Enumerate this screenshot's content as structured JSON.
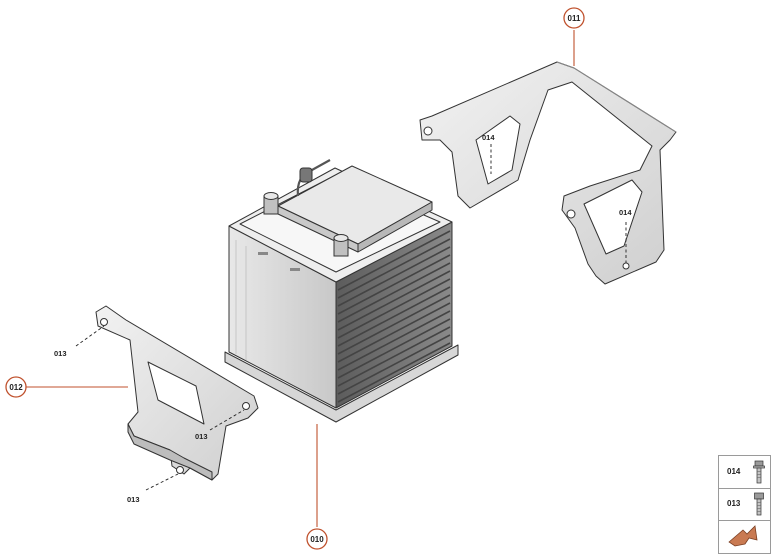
{
  "callouts": {
    "battery": "010",
    "support_bracket": "011",
    "side_bracket": "012"
  },
  "fastener_tags": {
    "bolt_013": "013",
    "bolt_014": "014"
  },
  "legend": {
    "rows": [
      {
        "label": "014",
        "icon": "bolt-flanged-icon"
      },
      {
        "label": "013",
        "icon": "bolt-hex-icon"
      },
      {
        "label": "",
        "icon": "next-page-arrow-icon"
      }
    ]
  },
  "colors": {
    "callout_ring": "#c0522e",
    "arrow_fill": "#c97a52"
  }
}
